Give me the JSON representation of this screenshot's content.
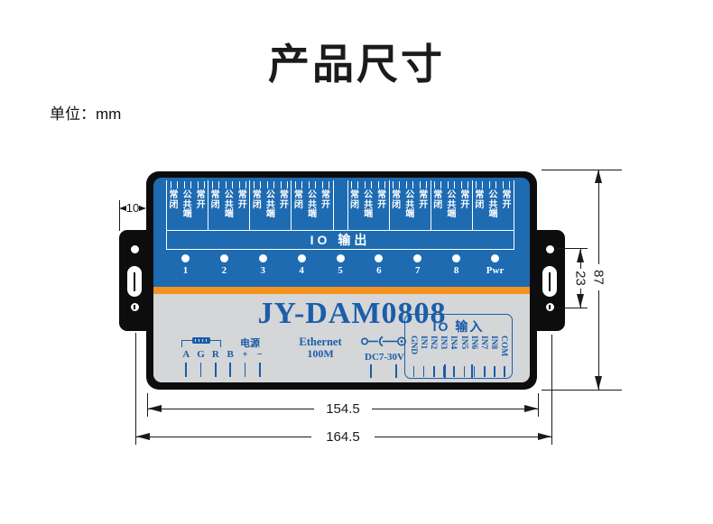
{
  "page": {
    "title": "产品尺寸",
    "unit_label": "单位：mm"
  },
  "device": {
    "model": "JY-DAM0808",
    "io_output": {
      "label": "IO 输出",
      "group_count": 8,
      "terminal_columns": [
        "常闭",
        "公共端",
        "常开"
      ],
      "leds": [
        "1",
        "2",
        "3",
        "4",
        "5",
        "6",
        "7",
        "8",
        "Pwr"
      ]
    },
    "bottom_panel": {
      "comm_terminals": [
        "A",
        "G",
        "R",
        "B",
        "+",
        "−"
      ],
      "power_label": "电源",
      "ethernet_line1": "Ethernet",
      "ethernet_line2": "100M",
      "dc_label": "DC7-30V",
      "io_input": {
        "label": "IO 输入",
        "terminals": [
          "GND",
          "IN1",
          "IN2",
          "IN3",
          "IN4",
          "IN5",
          "IN6",
          "IN7",
          "IN8",
          "COM"
        ]
      }
    }
  },
  "dimensions": {
    "ear_width": "10",
    "mount_hole_spacing": "23",
    "body_height": "87",
    "body_width": "154.5",
    "overall_width": "164.5"
  },
  "colors": {
    "panel_blue": "#1E6BB2",
    "stripe_orange": "#F5921E",
    "panel_gray": "#D4D6D8",
    "text_blue": "#1A5CA8",
    "body_black": "#0D0D0D",
    "dimension_line": "#1A1A1A"
  }
}
